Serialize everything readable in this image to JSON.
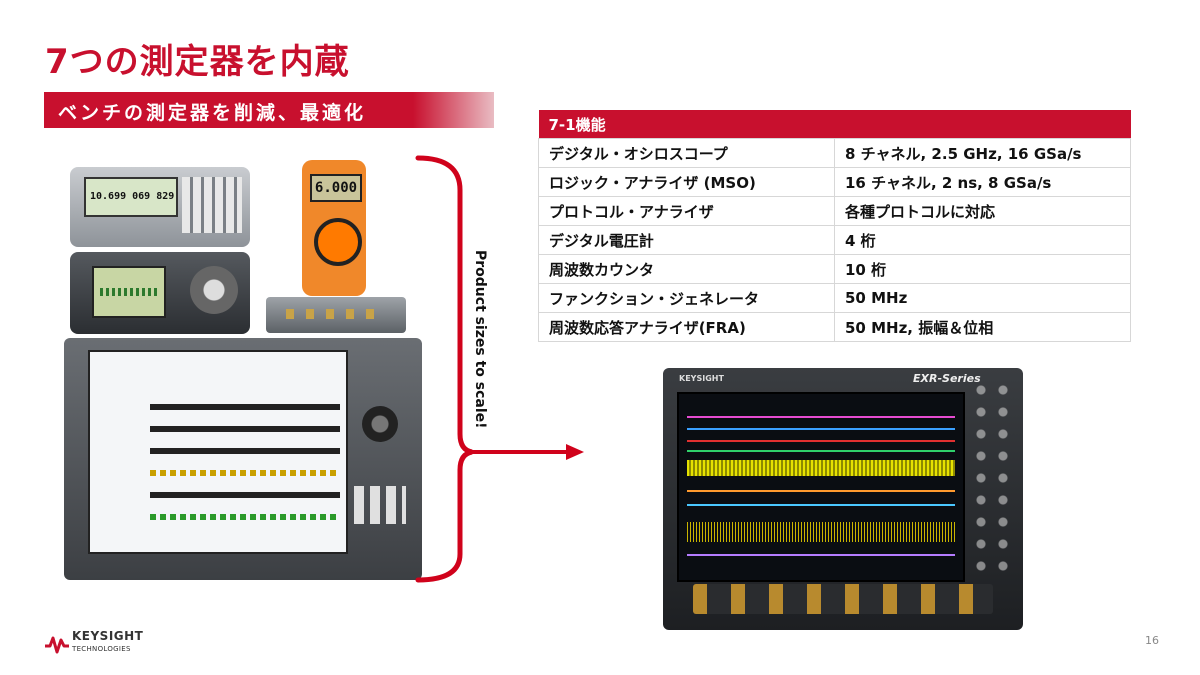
{
  "slide": {
    "title": "7つの測定器を内蔵",
    "subtitle": "ベンチの測定器を削減、最適化",
    "scale_note": "Product sizes to scale!",
    "page_number": "16"
  },
  "table": {
    "header": "7-1機能",
    "rows": [
      {
        "feature": "デジタル・オシロスコープ",
        "spec": "8 チャネル, 2.5 GHz, 16 GSa/s"
      },
      {
        "feature": "ロジック・アナライザ (MSO)",
        "spec": "16 チャネル, 2 ns, 8 GSa/s"
      },
      {
        "feature": "プロトコル・アナライザ",
        "spec": "各種プロトコルに対応"
      },
      {
        "feature": "デジタル電圧計",
        "spec": "4 桁"
      },
      {
        "feature": "周波数カウンタ",
        "spec": "10 桁"
      },
      {
        "feature": "ファンクション・ジェネレータ",
        "spec": "50 MHz"
      },
      {
        "feature": "周波数応答アナライザ(FRA)",
        "spec": "50 MHz, 振幅＆位相"
      }
    ]
  },
  "instruments": {
    "counter_readout": "10.699 069 829",
    "multimeter_readout": "6.000",
    "scope_brand": "KEYSIGHT",
    "scope_series": "EXR-Series"
  },
  "logo": {
    "name": "KEYSIGHT",
    "sub": "TECHNOLOGIES"
  },
  "colors": {
    "brand_red": "#c8102e"
  }
}
